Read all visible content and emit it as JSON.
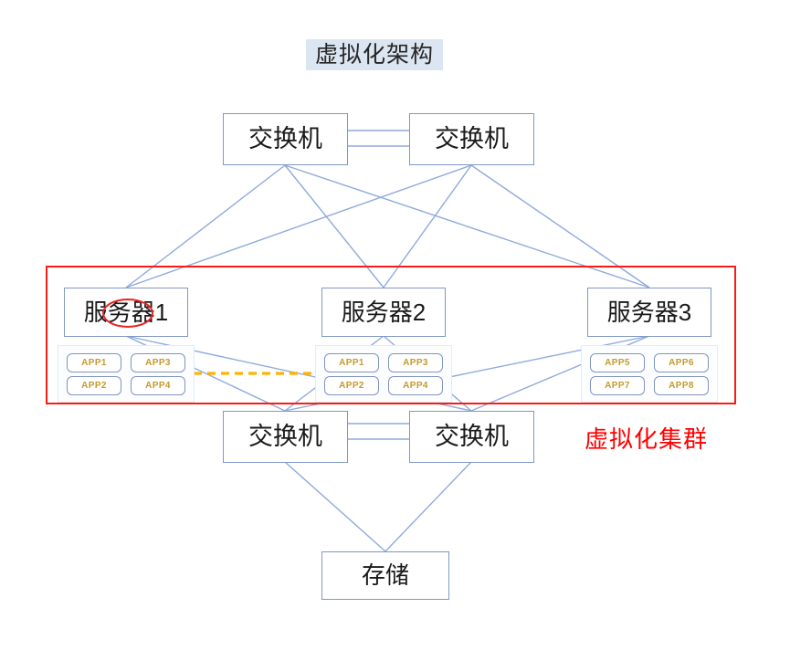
{
  "diagram": {
    "title": "虚拟化架构",
    "cluster_label": "虚拟化集群",
    "accent_red": "#ff0000",
    "wire_blue": "#8faadc",
    "title_bg": "#dce6f2",
    "app_text_color": "#c59a2e"
  },
  "switches": {
    "top_left": "交换机",
    "top_right": "交换机",
    "bottom_left": "交换机",
    "bottom_right": "交换机"
  },
  "servers": [
    {
      "name": "服务器1",
      "apps": [
        "APP1",
        "APP3",
        "APP2",
        "APP4"
      ]
    },
    {
      "name": "服务器2",
      "apps": [
        "APP1",
        "APP3",
        "APP2",
        "APP4"
      ]
    },
    {
      "name": "服务器3",
      "apps": [
        "APP5",
        "APP6",
        "APP7",
        "APP8"
      ]
    }
  ],
  "storage": {
    "name": "存储"
  },
  "annotations": {
    "migration_arrow_color": "#ffb300",
    "highlight_ellipse_color": "#ec2323"
  }
}
